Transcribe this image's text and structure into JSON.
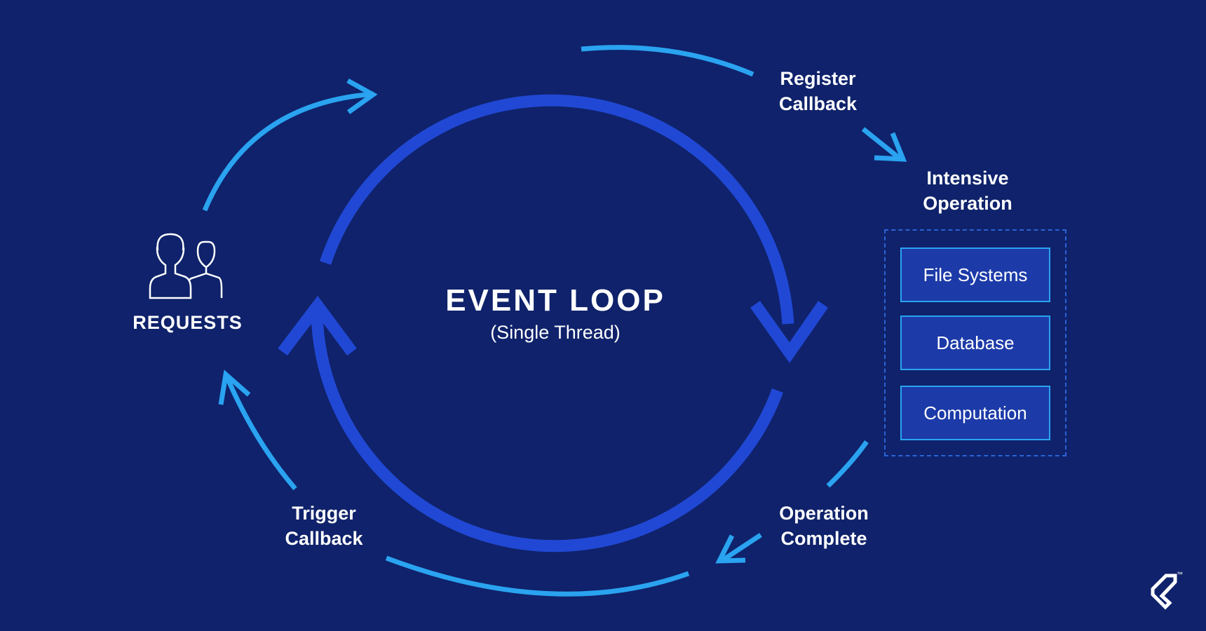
{
  "title": "EVENT LOOP",
  "subtitle": "(Single Thread)",
  "requests": {
    "label": "REQUESTS",
    "icon": "users-icon"
  },
  "steps": {
    "register_callback": [
      "Register",
      "Callback"
    ],
    "intensive_operation": [
      "Intensive",
      "Operation"
    ],
    "operation_complete": [
      "Operation",
      "Complete"
    ],
    "trigger_callback": [
      "Trigger",
      "Callback"
    ]
  },
  "operations": [
    "File Systems",
    "Database",
    "Computation"
  ],
  "logo": "toptal-logo",
  "trademark": "™",
  "colors": {
    "background": "#0f226b",
    "loop": "#2148d4",
    "flow_arrow": "#2aa3f0",
    "op_box_fill": "#1c3aa8",
    "op_box_border": "#2aa3f0",
    "text": "#ffffff"
  }
}
